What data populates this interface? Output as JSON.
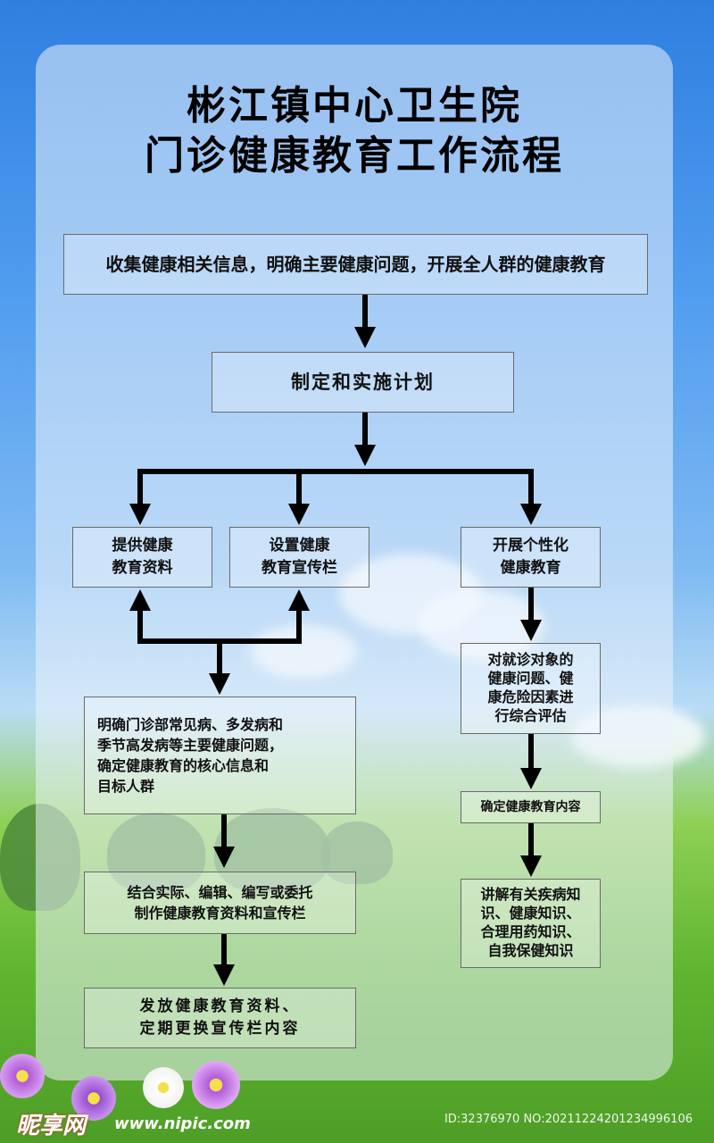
{
  "title": {
    "line1": "彬江镇中心卫生院",
    "line2": "门诊健康教育工作流程"
  },
  "steps": {
    "collect": "收集健康相关信息，明确主要健康问题，开展全人群的健康教育",
    "plan": "制定和实施计划",
    "provide": "提供健康\n教育资料",
    "setup": "设置健康\n教育宣传栏",
    "individual": "开展个性化\n健康教育",
    "identify": "明确门诊部常见病、多发病和\n季节高发病等主要健康问题，\n确定健康教育的核心信息和\n目标人群",
    "assess": "对就诊对象的\n健康问题、健\n康危险因素进\n行综合评估",
    "content": "确定健康教育内容",
    "compile": "结合实际、编辑、编写或委托\n制作健康教育资料和宣传栏",
    "explain": "讲解有关疾病知\n识、健康知识、\n合理用药知识、\n自我保健知识",
    "distribute": "发放健康教育资料、\n定期更换宣传栏内容"
  },
  "watermark": {
    "logo": "昵享网",
    "url": "www.nipic.com",
    "id": "ID:32376970 NO:20211224201234996106"
  }
}
